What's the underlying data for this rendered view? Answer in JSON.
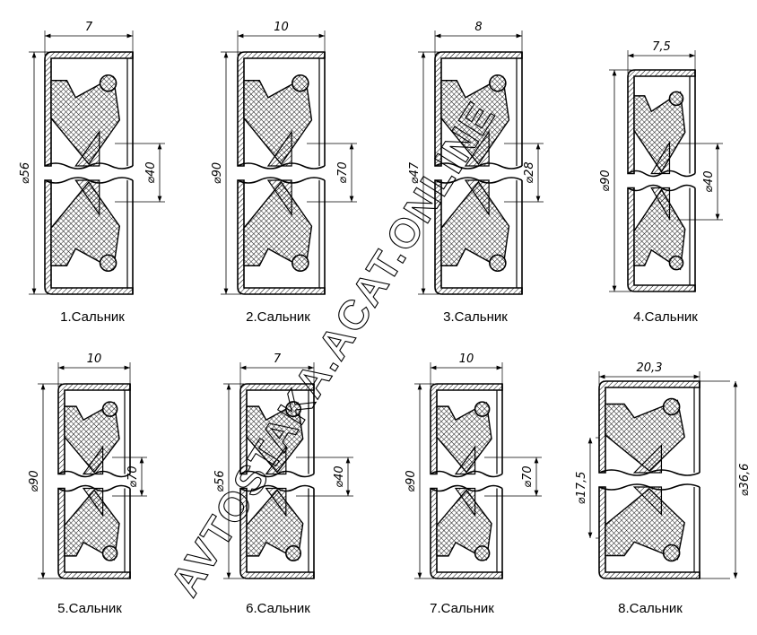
{
  "watermark": "AVTOSTAKA.ACAT.ONLINE",
  "seals": [
    {
      "caption": "1.Сальник",
      "width": "7",
      "outer_d": "⌀56",
      "inner_d": "⌀40"
    },
    {
      "caption": "2.Сальник",
      "width": "10",
      "outer_d": "⌀90",
      "inner_d": "⌀70"
    },
    {
      "caption": "3.Сальник",
      "width": "8",
      "outer_d": "⌀47",
      "inner_d": "⌀28"
    },
    {
      "caption": "4.Сальник",
      "width": "7,5",
      "outer_d": "⌀90",
      "inner_d": "⌀40"
    },
    {
      "caption": "5.Сальник",
      "width": "10",
      "outer_d": "⌀90",
      "inner_d": "⌀70"
    },
    {
      "caption": "6.Сальник",
      "width": "7",
      "outer_d": "⌀56",
      "inner_d": "⌀40"
    },
    {
      "caption": "7.Сальник",
      "width": "10",
      "outer_d": "⌀90",
      "inner_d": "⌀70"
    },
    {
      "caption": "8.Сальник",
      "width": "20,3",
      "outer_d": "⌀36,6",
      "inner_d": "⌀17,5"
    }
  ]
}
